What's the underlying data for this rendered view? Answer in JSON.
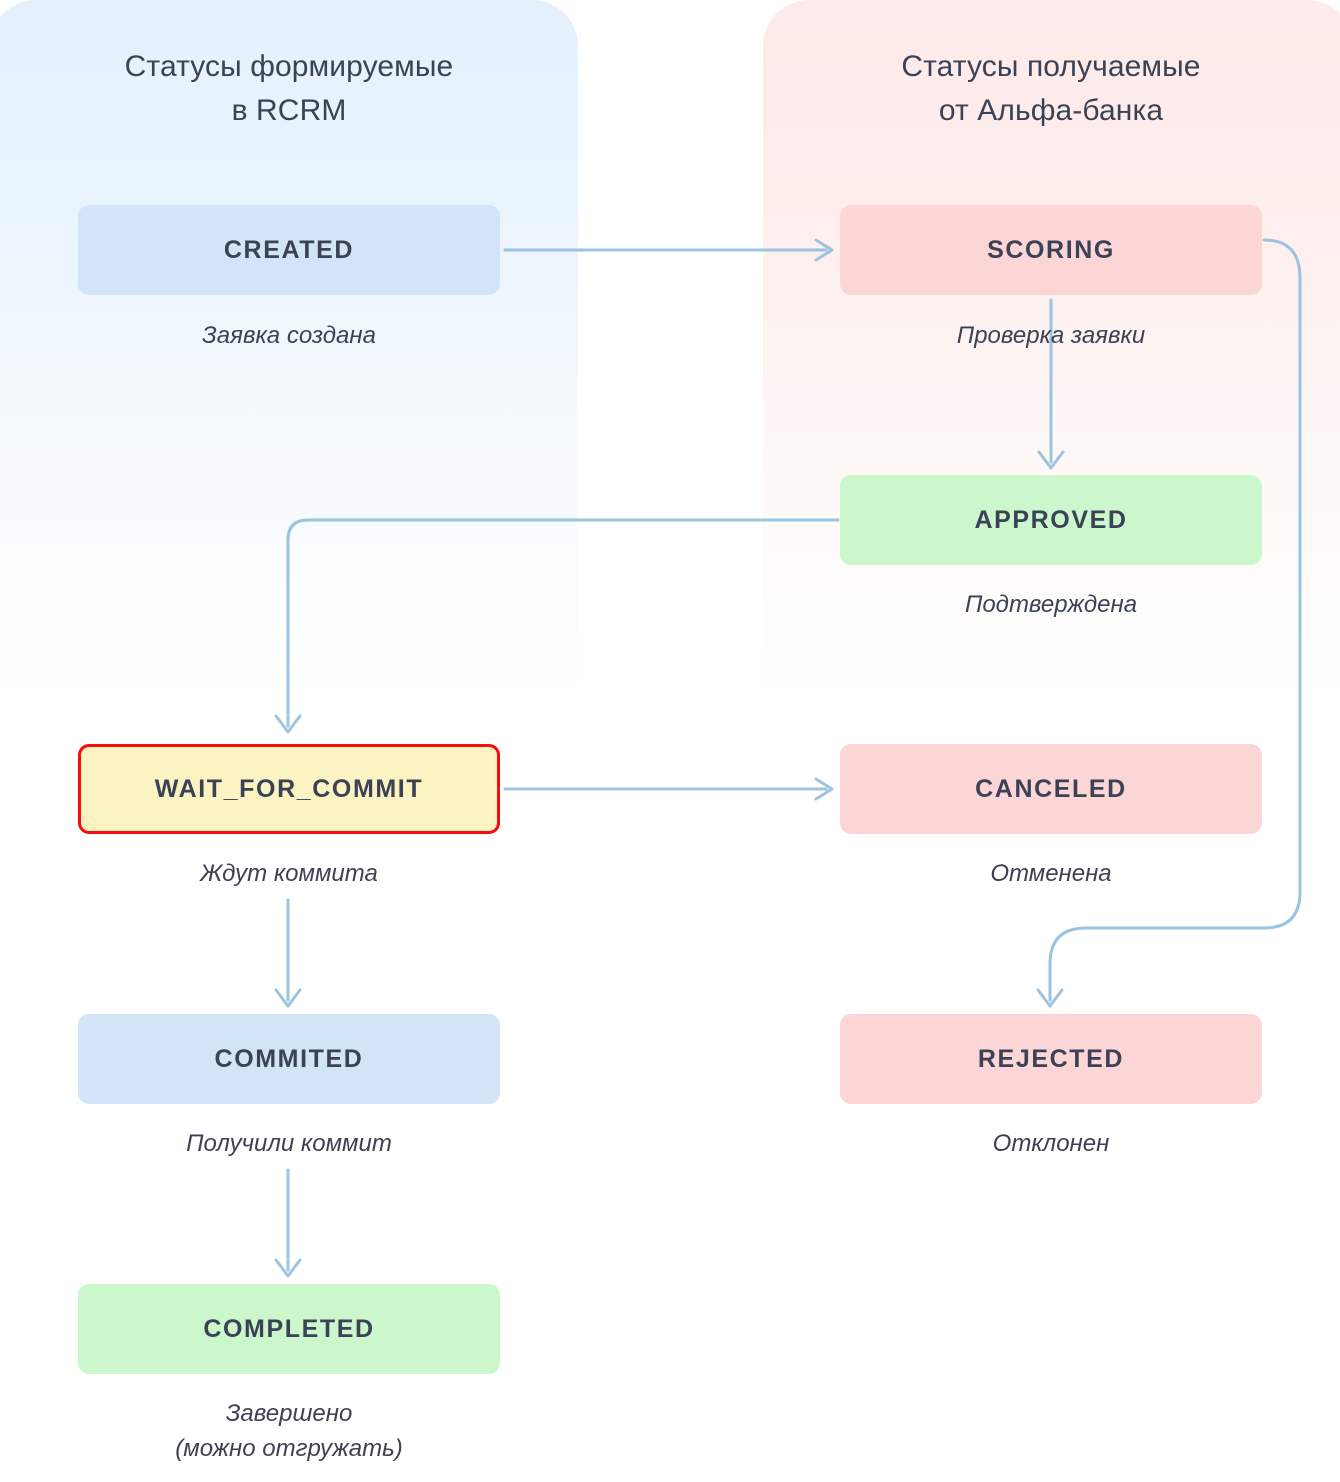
{
  "columns": {
    "left": {
      "title": "Статусы формируемые\nв RCRM"
    },
    "right": {
      "title": "Статусы получаемые\nот Альфа-банка"
    }
  },
  "nodes": {
    "created": {
      "label": "CREATED",
      "caption": "Заявка создана",
      "color": "#d2e5f8"
    },
    "wait": {
      "label": "WAIT_FOR_COMMIT",
      "caption": "Ждут коммита",
      "color": "#fbf3c2",
      "border_color": "#f60d0d"
    },
    "commited": {
      "label": "COMMITED",
      "caption": "Получили коммит",
      "color": "#d2e5f8"
    },
    "completed": {
      "label": "COMPLETED",
      "caption": "Завершено\n(можно отгружать)",
      "color": "#ccf7cd"
    },
    "scoring": {
      "label": "SCORING",
      "caption": "Проверка заявки",
      "color": "#fcd6d6"
    },
    "approved": {
      "label": "APPROVED",
      "caption": "Подтверждена",
      "color": "#ccf7cd"
    },
    "canceled": {
      "label": "CANCELED",
      "caption": "Отменена",
      "color": "#fcd6d6"
    },
    "rejected": {
      "label": "REJECTED",
      "caption": "Отклонен",
      "color": "#fcd6d6"
    }
  },
  "theme": {
    "text_color": "#3b4255",
    "connector_color": "#9cc3e0",
    "panel_left_color": "#e4f0fc",
    "panel_right_color": "#fdeaea"
  }
}
